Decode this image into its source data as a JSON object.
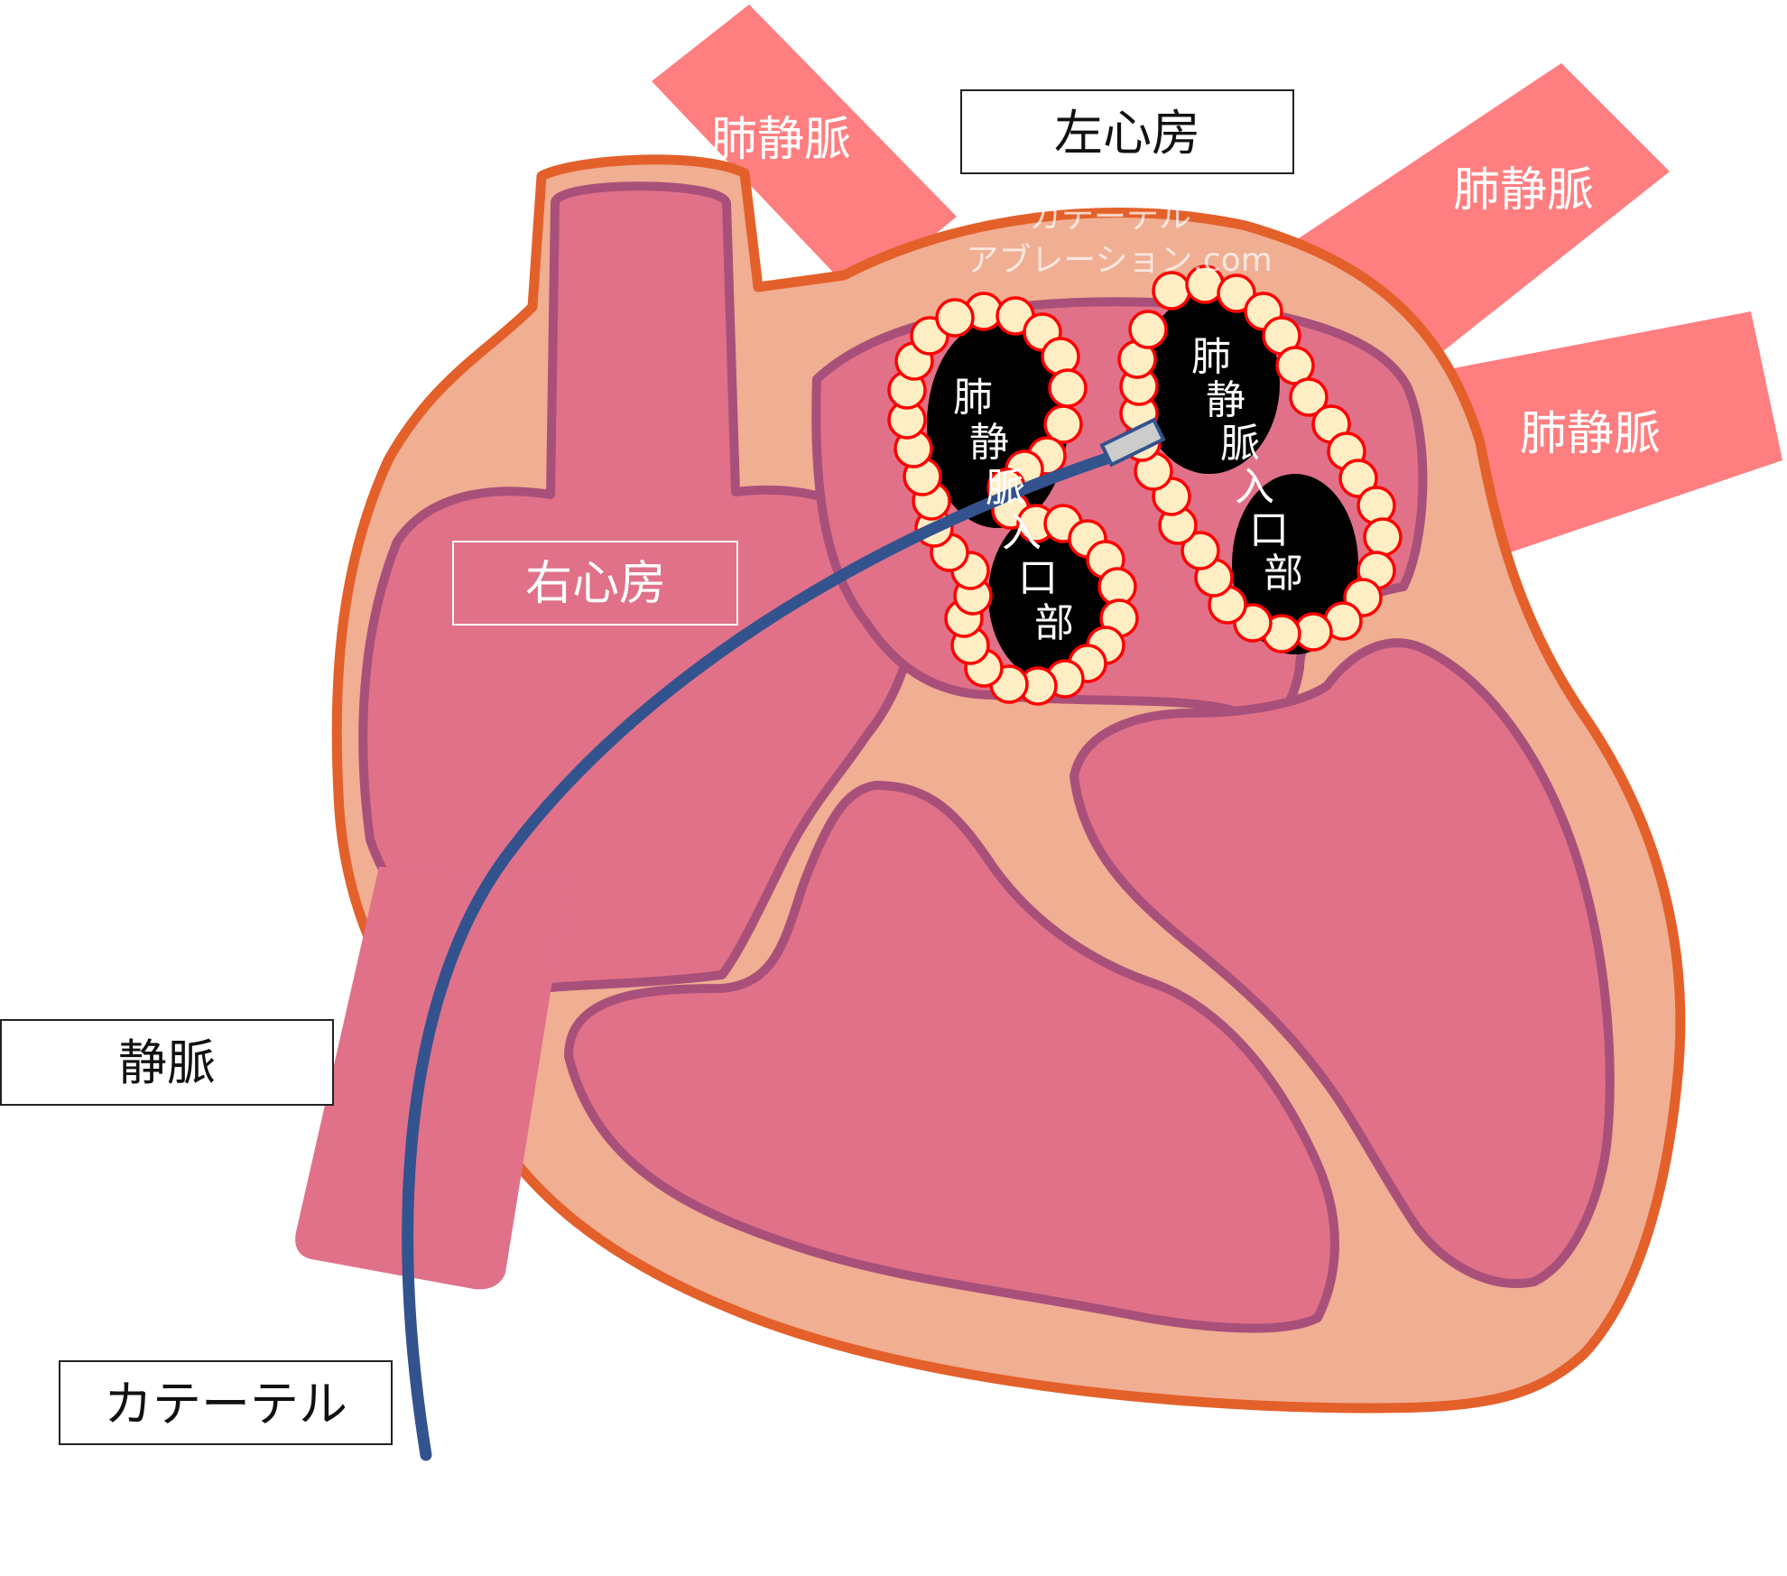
{
  "labels": {
    "left_atrium": "左心房",
    "right_atrium": "右心房",
    "vein": "静脈",
    "catheter": "カテーテル",
    "pulmonary_vein_1": "肺静脈",
    "pulmonary_vein_2": "肺静脈",
    "pulmonary_vein_3": "肺静脈"
  },
  "ostium_labels": {
    "left": [
      "肺",
      "静",
      "脈",
      "入",
      "口",
      "部"
    ],
    "right": [
      "肺",
      "静",
      "脈",
      "入",
      "口",
      "部"
    ]
  },
  "watermark": {
    "line1": "カテーテル",
    "line2": "アブレーション.com"
  },
  "colors": {
    "outline_orange": "#E4602A",
    "myocardium": "#F0AE92",
    "chamber_pink": "#E07189",
    "chamber_outline": "#A9507A",
    "pulmonary_vein": "#FF7E80",
    "catheter_blue": "#33538E",
    "ostium_black": "#000000",
    "ablation_point": "#FFEDC4",
    "ablation_ring": "#FF0000"
  }
}
